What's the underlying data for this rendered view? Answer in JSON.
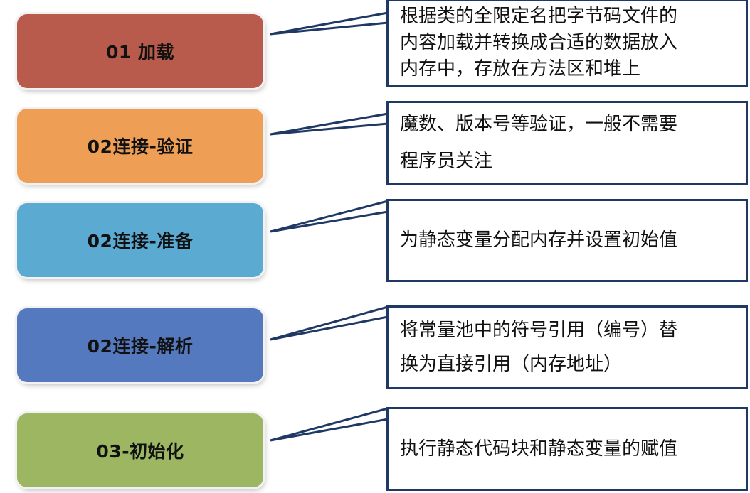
{
  "colors": {
    "load": "#b85a4c",
    "verify": "#ef9f55",
    "prepare": "#5aaad2",
    "resolve": "#5579bf",
    "init": "#9cb662",
    "callout_border": "#1f3864"
  },
  "steps": [
    {
      "label": "01 加载",
      "description": "根据类的全限定名把字节码文件的\n内容加载并转换成合适的数据放入\n内存中，存放在方法区和堆上"
    },
    {
      "label": "02连接-验证",
      "description": "魔数、版本号等验证，一般不需要\n程序员关注"
    },
    {
      "label": "02连接-准备",
      "description": "为静态变量分配内存并设置初始值"
    },
    {
      "label": "02连接-解析",
      "description": "将常量池中的符号引用（编号）替\n换为直接引用（内存地址）"
    },
    {
      "label": "03-初始化",
      "description": "执行静态代码块和静态变量的赋值"
    }
  ]
}
